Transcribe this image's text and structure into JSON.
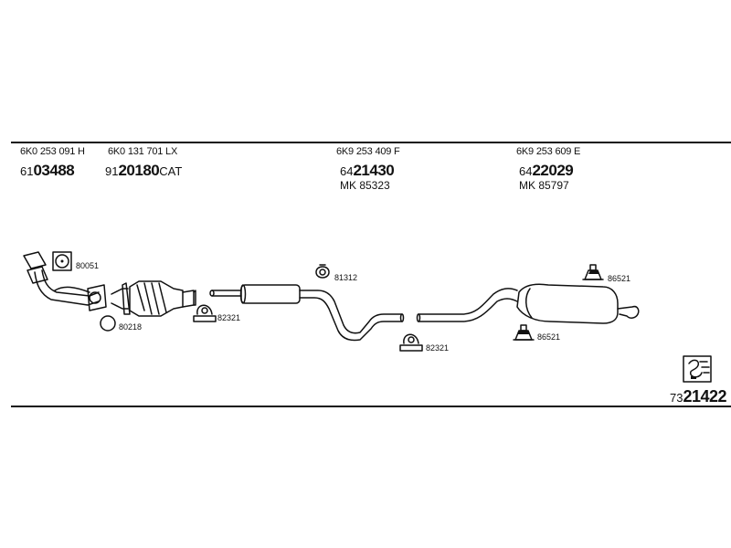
{
  "header": {
    "parts": [
      {
        "oem": "6K0 253 091 H",
        "num_prefix": "61",
        "num_main": "03488",
        "num_suffix": "",
        "mk": ""
      },
      {
        "oem": "6K0 131 701 LX",
        "num_prefix": "91",
        "num_main": "20180",
        "num_suffix": "CAT",
        "mk": ""
      },
      {
        "oem": "6K9 253 409 F",
        "num_prefix": "64",
        "num_main": "21430",
        "num_suffix": "",
        "mk": "MK  85323"
      },
      {
        "oem": "6K9 253 609 E",
        "num_prefix": "64",
        "num_main": "22029",
        "num_suffix": "",
        "mk": "MK  85797"
      }
    ]
  },
  "callouts": {
    "gasket_80051": "80051",
    "ring_80218": "80218",
    "clamp_82321_a": "82321",
    "hanger_81312": "81312",
    "clamp_82321_b": "82321",
    "mount_86521_top": "86521",
    "mount_86521_bottom": "86521"
  },
  "footer": {
    "diagram_prefix": "73",
    "diagram_main": "21422"
  },
  "colors": {
    "line": "#111111",
    "background": "#ffffff"
  }
}
